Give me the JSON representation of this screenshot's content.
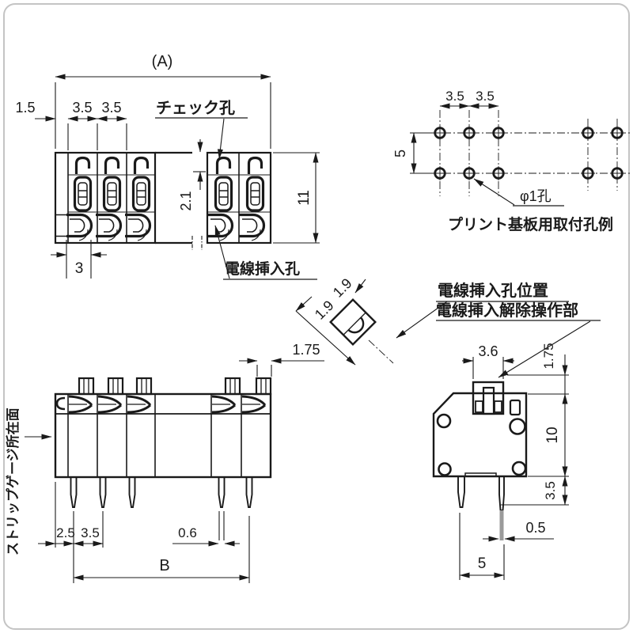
{
  "title": "terminal-block-dimension-drawing",
  "colors": {
    "ink": "#1a1a1a",
    "pin_lead_gray": "#9a9a9a",
    "frame": "#c4c4c4",
    "background": "#ffffff"
  },
  "front_view": {
    "dim_overall": "(A)",
    "dim_margin": "1.5",
    "dim_pitch_a": "3.5",
    "dim_pitch_b": "3.5",
    "dim_hole_width": "3",
    "dim_check_depth": "2.1",
    "dim_height": "11",
    "label_check_hole": "チェック孔",
    "label_wire_hole": "電線挿入孔"
  },
  "pcb_view": {
    "dim_pitch_a": "3.5",
    "dim_pitch_b": "3.5",
    "dim_row_pitch": "5",
    "label_hole_dia": "φ1孔",
    "caption": "プリント基板用取付孔例"
  },
  "wire_detail": {
    "dim_width": "1.9",
    "dim_height": "1.9"
  },
  "callouts": {
    "wire_position": "電線挿入孔位置",
    "release_part": "電線挿入解除操作部"
  },
  "side_view": {
    "dim_tab_width": "1.75",
    "dim_edge_offset": "2.5",
    "dim_pin_pitch": "3.5",
    "dim_pin_width": "0.6",
    "dim_span": "B",
    "label_strip_gauge": "ストリップゲージ所在面"
  },
  "end_view": {
    "dim_top_width": "3.6",
    "dim_top_height": "1.75",
    "dim_body_height": "10",
    "dim_pin_length": "3.5",
    "dim_pin_width": "0.5",
    "dim_pin_pitch": "5"
  }
}
